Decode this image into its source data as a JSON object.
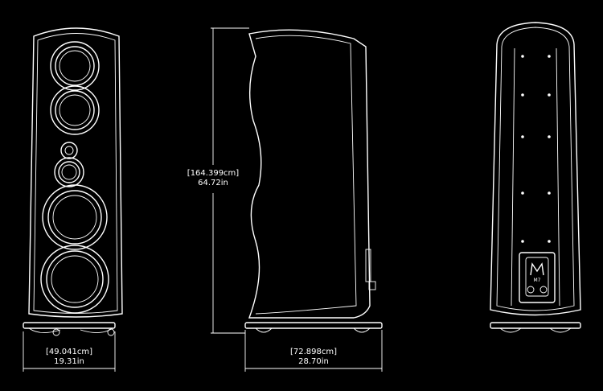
{
  "colors": {
    "background": "#000000",
    "line": "#ffffff"
  },
  "front_view": {
    "width_cm": "[49.041cm]",
    "width_in": "19.31in"
  },
  "side_view": {
    "height_cm": "[164.399cm]",
    "height_in": "64.72in",
    "depth_cm": "[72.898cm]",
    "depth_in": "28.70in"
  },
  "rear_view": {
    "badge_logo": "M7"
  }
}
